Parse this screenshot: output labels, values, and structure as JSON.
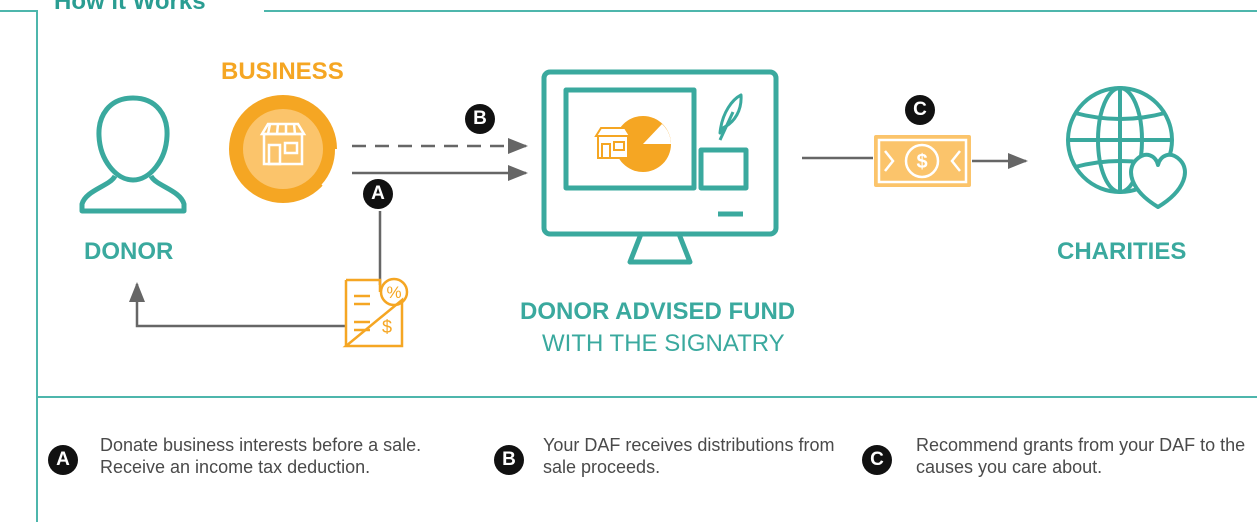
{
  "title": "How it Works",
  "nodes": {
    "donor": "DONOR",
    "business": "BUSINESS",
    "daf_title": "DONOR ADVISED FUND",
    "daf_subtitle": "WITH THE SIGNATRY",
    "charities": "CHARITIES"
  },
  "badges": {
    "a": "A",
    "b": "B",
    "c": "C"
  },
  "icons": {
    "donor": "person-icon",
    "business": "storefront-icon",
    "monitor": "computer-monitor-icon",
    "tax_doc": "tax-document-icon",
    "cash": "dollar-bill-icon",
    "globe": "globe-heart-icon"
  },
  "legend": [
    {
      "badge": "A",
      "text": "Donate business interests before a sale. Receive an income tax deduction."
    },
    {
      "badge": "B",
      "text": "Your DAF receives distributions from sale proceeds."
    },
    {
      "badge": "C",
      "text": "Recommend grants from your DAF to the causes you care about."
    }
  ],
  "colors": {
    "teal": "#3aa99e",
    "orange": "#f5a623",
    "gray": "#666666",
    "dark": "#111111"
  }
}
